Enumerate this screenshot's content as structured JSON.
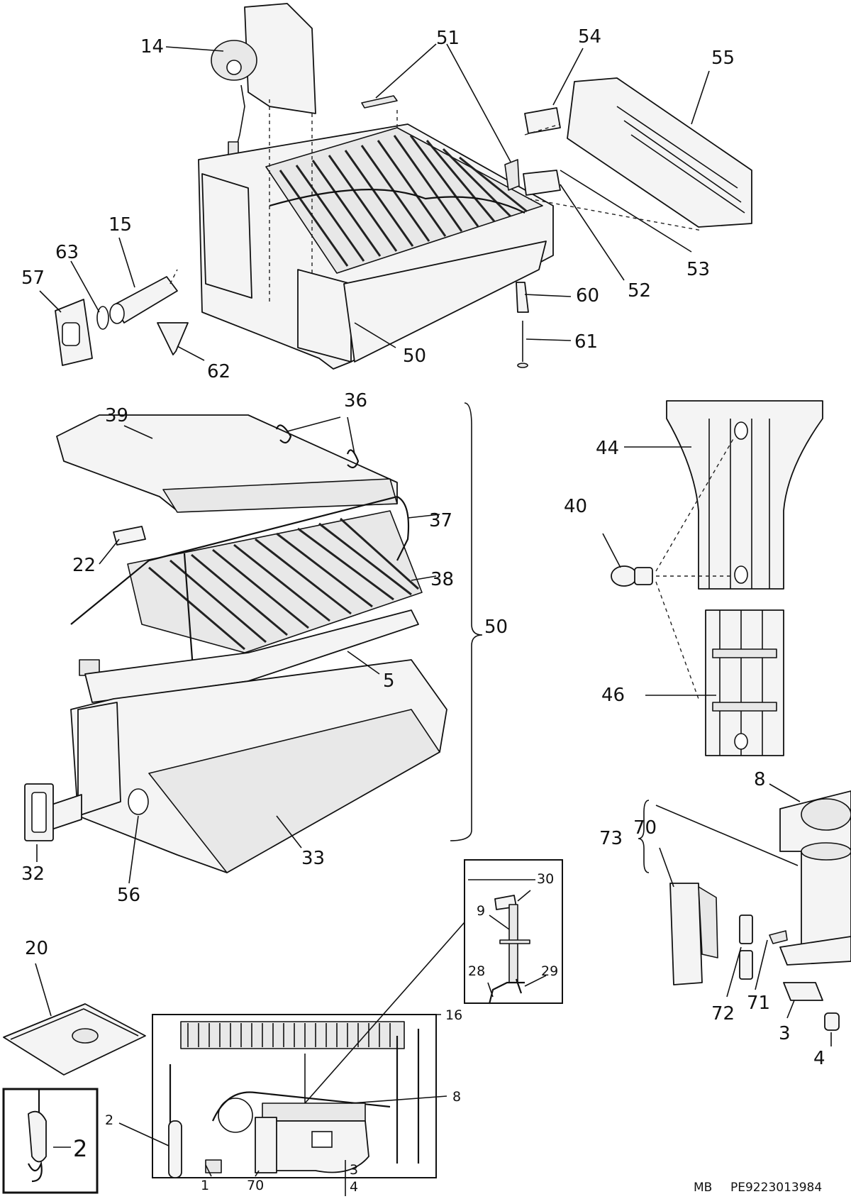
{
  "diagram": {
    "footer": {
      "left": "MB",
      "right": "PE9223013984"
    },
    "callouts": {
      "c14": "14",
      "c51": "51",
      "c54": "54",
      "c55": "55",
      "c15": "15",
      "c63": "63",
      "c57": "57",
      "c62": "62",
      "c50a": "50",
      "c53": "53",
      "c52": "52",
      "c60": "60",
      "c61": "61",
      "c39": "39",
      "c36": "36",
      "c37": "37",
      "c22": "22",
      "c38": "38",
      "c50b": "50",
      "c5": "5",
      "c32": "32",
      "c56": "56",
      "c33": "33",
      "c44": "44",
      "c40": "40",
      "c46": "46",
      "c8a": "8",
      "c73": "73",
      "c70a": "70",
      "c71": "71",
      "c72": "72",
      "c3a": "3",
      "c4a": "4",
      "c20": "20",
      "c2a": "2",
      "c2b": "2",
      "c16": "16",
      "c8b": "8",
      "c1": "1",
      "c70b": "70",
      "c3b": "3",
      "c4b": "4",
      "c30": "30",
      "c9": "9",
      "c28": "28",
      "c29": "29"
    }
  }
}
